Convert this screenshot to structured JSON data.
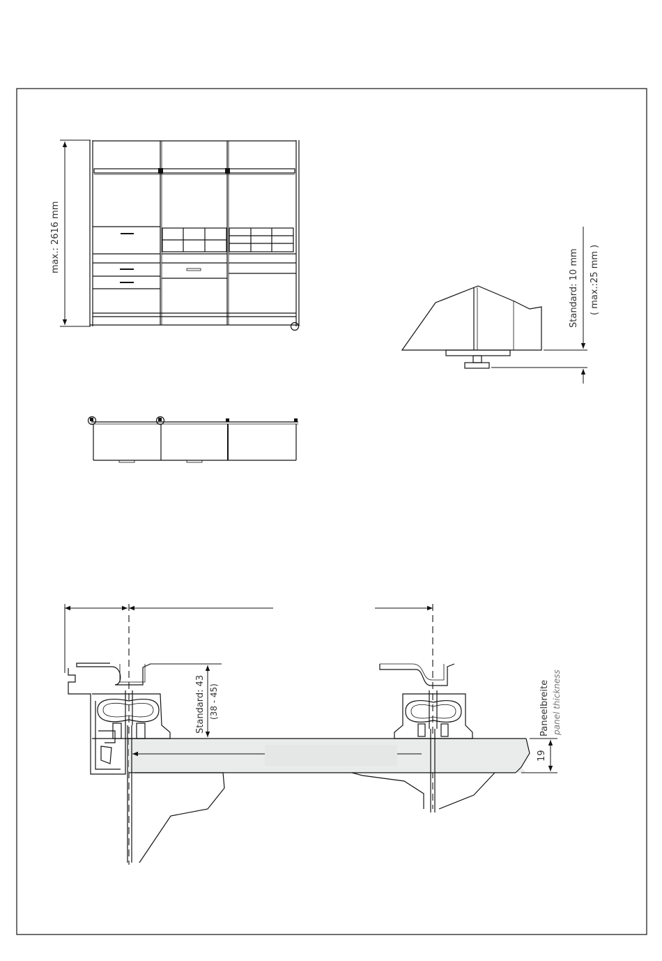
{
  "labels": {
    "max_height": "max.: 2616 mm",
    "standard_10": "Standard: 10 mm",
    "max_25": "( max.:25 mm )",
    "standard_43": "Standard: 43",
    "range_43": "(38 - 45)",
    "paneelbreite": "Paneelbreite",
    "panel_thickness": "panel thickness",
    "thickness_19": "19"
  }
}
